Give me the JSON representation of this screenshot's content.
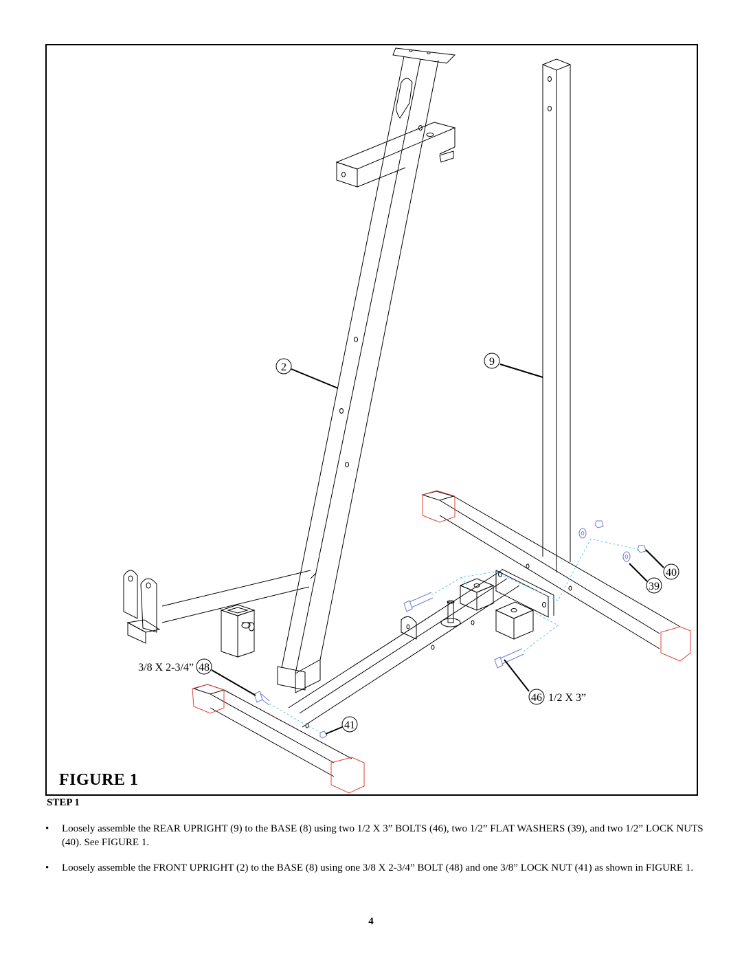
{
  "figure": {
    "title": "FIGURE 1",
    "callouts": {
      "part_2": "2",
      "part_9": "9",
      "part_40": "40",
      "part_39": "39",
      "part_48": "48",
      "part_48_size": "3/8 X 2-3/4”",
      "part_46": "46",
      "part_46_size": "1/2 X 3”",
      "part_41": "41"
    },
    "colors": {
      "line": "#000000",
      "end_cap": "#e0403a",
      "hardware": "#6d7bd8",
      "guide": "#5ec9e8"
    }
  },
  "step": {
    "title": "STEP 1",
    "bullets": [
      "Loosely assemble the REAR UPRIGHT (9) to the BASE (8) using two 1/2 X 3” BOLTS (46), two 1/2” FLAT WASHERS (39), and two 1/2” LOCK NUTS (40). See FIGURE 1.",
      "Loosely assemble the FRONT UPRIGHT (2) to the BASE (8) using one 3/8 X 2-3/4” BOLT (48) and one 3/8” LOCK NUT (41) as shown in FIGURE 1."
    ]
  },
  "page_number": "4"
}
